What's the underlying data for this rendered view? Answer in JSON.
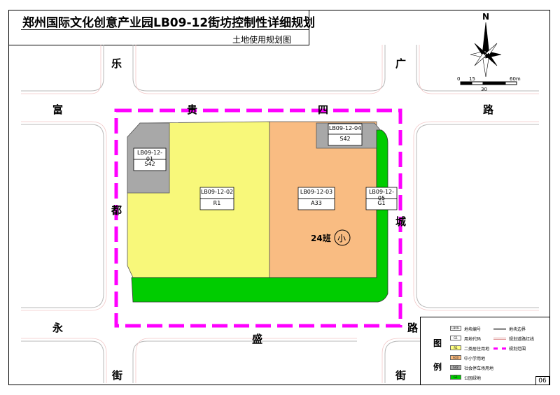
{
  "title": "郑州国际文化创意产业园LB09-12街坊控制性详细规划",
  "subtitle": "土地使用规划图",
  "sheet_number": "06",
  "north_label": "N",
  "scale": {
    "labels": [
      "0",
      "15",
      "30",
      "60m"
    ]
  },
  "roads": {
    "top_road": [
      "富",
      "贵",
      "四",
      "路"
    ],
    "left_road": [
      "乐",
      "都"
    ],
    "right_road": [
      "广",
      "城"
    ],
    "bottom_road": [
      "永",
      "盛",
      "路"
    ],
    "bottom_street_left": "街",
    "bottom_street_right": "街"
  },
  "parcels": [
    {
      "id": "LB09-12-01",
      "code": "S42"
    },
    {
      "id": "LB09-12-02",
      "code": "R1"
    },
    {
      "id": "LB09-12-03",
      "code": "A33"
    },
    {
      "id": "LB09-12-04",
      "code": "S42"
    },
    {
      "id": "LB09-12-05",
      "code": "G1"
    }
  ],
  "school_label": "24班",
  "school_symbol": "小",
  "legend": {
    "title_top": "图",
    "title_bottom": "例",
    "items": [
      {
        "swatch": "LB09-12-01",
        "label": "地块编号",
        "color": "#ffffff"
      },
      {
        "swatch": "G1",
        "label": "用地代码",
        "color": "#ffffff"
      },
      {
        "swatch": "R1",
        "label": "二类居住用地",
        "color": "#ffff80"
      },
      {
        "swatch": "A33",
        "label": "中小学用地",
        "color": "#f9b97d"
      },
      {
        "swatch": "S42",
        "label": "社会停车场用地",
        "color": "#a8a8a8"
      },
      {
        "swatch": "G1",
        "label": "公园绿地",
        "color": "#00cc00"
      }
    ],
    "lines": [
      {
        "label": "地块边界"
      },
      {
        "label": "规划道路红线"
      },
      {
        "label": "规划范围"
      }
    ]
  },
  "colors": {
    "residential": "#f8f87a",
    "school": "#f9bc82",
    "parking": "#a8a8a8",
    "green": "#00cc00",
    "boundary": "#ff00ff",
    "road_edge": "#b0b0b0"
  }
}
